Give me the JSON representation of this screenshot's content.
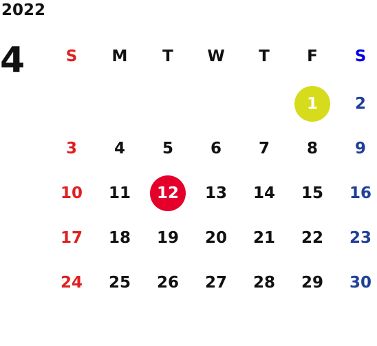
{
  "calendar": {
    "year": "2022",
    "month": "4",
    "weekdays": [
      "S",
      "M",
      "T",
      "W",
      "T",
      "F",
      "S"
    ],
    "weeks": [
      [
        "",
        "",
        "",
        "",
        "",
        "1",
        "2"
      ],
      [
        "3",
        "4",
        "5",
        "6",
        "7",
        "8",
        "9"
      ],
      [
        "10",
        "11",
        "12",
        "13",
        "14",
        "15",
        "16"
      ],
      [
        "17",
        "18",
        "19",
        "20",
        "21",
        "22",
        "23"
      ],
      [
        "24",
        "25",
        "26",
        "27",
        "28",
        "29",
        "30"
      ]
    ],
    "highlights": {
      "1": "#d6db1c",
      "12": "#e4002b"
    }
  },
  "colors": {
    "sunday_header": "#e02020",
    "saturday_header": "#0000e0",
    "sunday": "#e02020",
    "saturday": "#1f3f9a",
    "weekday": "#111111"
  }
}
